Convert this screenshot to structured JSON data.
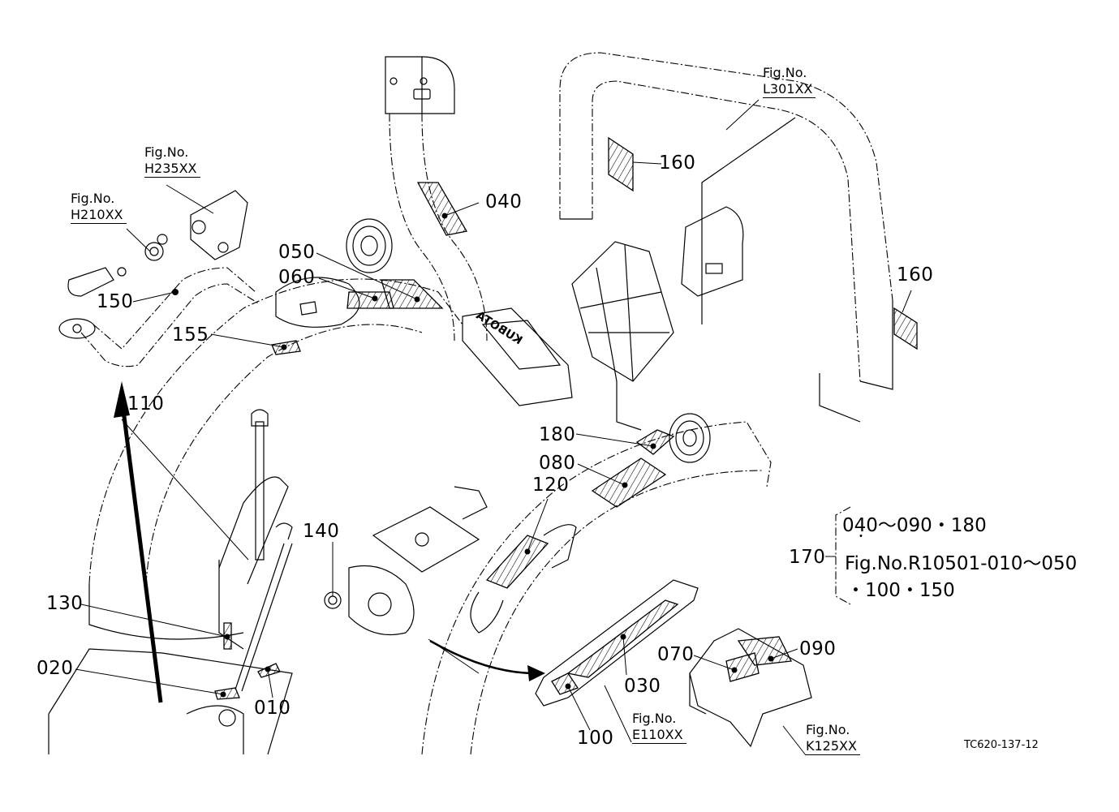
{
  "diagram": {
    "type": "exploded-parts-diagram",
    "document_id": "TC620-137-12",
    "part_callouts": [
      {
        "id": "callout-010",
        "label": "010"
      },
      {
        "id": "callout-020",
        "label": "020"
      },
      {
        "id": "callout-030",
        "label": "030"
      },
      {
        "id": "callout-040",
        "label": "040"
      },
      {
        "id": "callout-050",
        "label": "050"
      },
      {
        "id": "callout-060",
        "label": "060"
      },
      {
        "id": "callout-070",
        "label": "070"
      },
      {
        "id": "callout-080",
        "label": "080"
      },
      {
        "id": "callout-090",
        "label": "090"
      },
      {
        "id": "callout-100",
        "label": "100"
      },
      {
        "id": "callout-110",
        "label": "110"
      },
      {
        "id": "callout-120",
        "label": "120"
      },
      {
        "id": "callout-130",
        "label": "130"
      },
      {
        "id": "callout-140",
        "label": "140"
      },
      {
        "id": "callout-150",
        "label": "150"
      },
      {
        "id": "callout-155",
        "label": "155"
      },
      {
        "id": "callout-160a",
        "label": "160"
      },
      {
        "id": "callout-160b",
        "label": "160"
      },
      {
        "id": "callout-170",
        "label": "170"
      },
      {
        "id": "callout-180",
        "label": "180"
      }
    ],
    "figure_refs": [
      {
        "id": "fig-h235",
        "prefix": "Fig.No.",
        "code": "H235XX"
      },
      {
        "id": "fig-h210",
        "prefix": "Fig.No.",
        "code": "H210XX"
      },
      {
        "id": "fig-l301",
        "prefix": "Fig.No.",
        "code": "L301XX"
      },
      {
        "id": "fig-e110",
        "prefix": "Fig.No.",
        "code": "E110XX"
      },
      {
        "id": "fig-k125",
        "prefix": "Fig.No.",
        "code": "K125XX"
      }
    ],
    "set_note": {
      "label": "170",
      "lines": [
        "040～090・180",
        "・",
        "Fig.No.R10501-010～050",
        "・100・150"
      ]
    },
    "brand_mark": "KUBOTA"
  }
}
